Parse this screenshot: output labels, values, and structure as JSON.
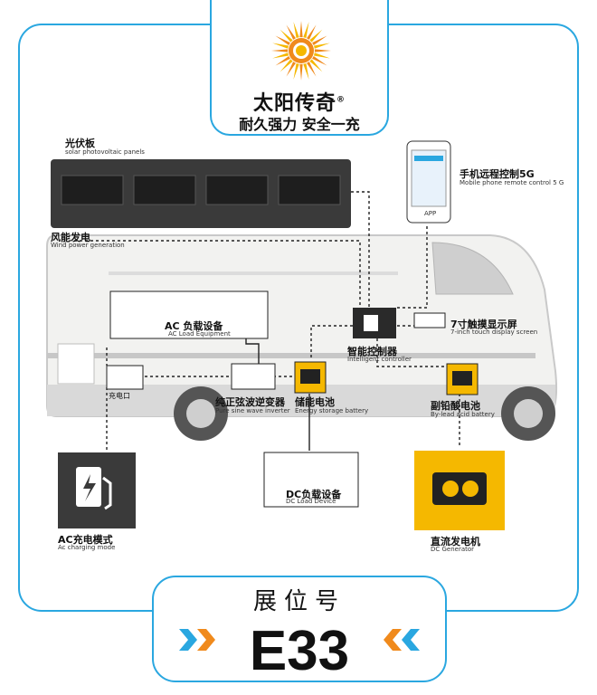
{
  "header": {
    "brand_name": "太阳传奇",
    "registered_mark": "®",
    "slogan": "耐久强力 安全一充",
    "logo_icon": "sun-logo-icon"
  },
  "components": {
    "solar": {
      "cn": "光伏板",
      "en": "solar photovoltaic panels"
    },
    "wind": {
      "cn": "风能发电",
      "en": "Wind power generation"
    },
    "phone": {
      "cn": "手机远程控制5G",
      "en": "Mobile phone remote control 5 G",
      "app_label": "APP"
    },
    "ac_load": {
      "cn": "AC 负载设备",
      "en": "AC Load Equipment"
    },
    "touch": {
      "cn": "7寸触摸显示屏",
      "en": "7-inch touch display screen"
    },
    "controller": {
      "cn": "智能控制器",
      "en": "Intelligent controller"
    },
    "charge_port": {
      "cn": "充电口"
    },
    "inverter": {
      "cn": "纯正弦波逆变器",
      "en": "Pure sine wave inverter"
    },
    "storage": {
      "cn": "储能电池",
      "en": "Energy storage battery"
    },
    "lead_acid": {
      "cn": "副铅酸电池",
      "en": "By-lead acid battery"
    },
    "dc_load": {
      "cn": "DC负载设备",
      "en": "DC Load Device"
    },
    "ac_mode": {
      "cn": "AC充电模式",
      "en": "Ac charging mode"
    },
    "dc_gen": {
      "cn": "直流发电机",
      "en": "DC Generator"
    }
  },
  "booth": {
    "title": "展位号",
    "number": "E33",
    "left_chevron_colors": [
      "#2aa7e0",
      "#f08a1c"
    ],
    "right_chevron_colors": [
      "#f08a1c",
      "#2aa7e0"
    ]
  },
  "colors": {
    "accent_blue": "#2aa7e0",
    "accent_orange": "#f08a1c",
    "battery_yellow": "#f5b800",
    "panel_dark": "#3a3a3a"
  }
}
